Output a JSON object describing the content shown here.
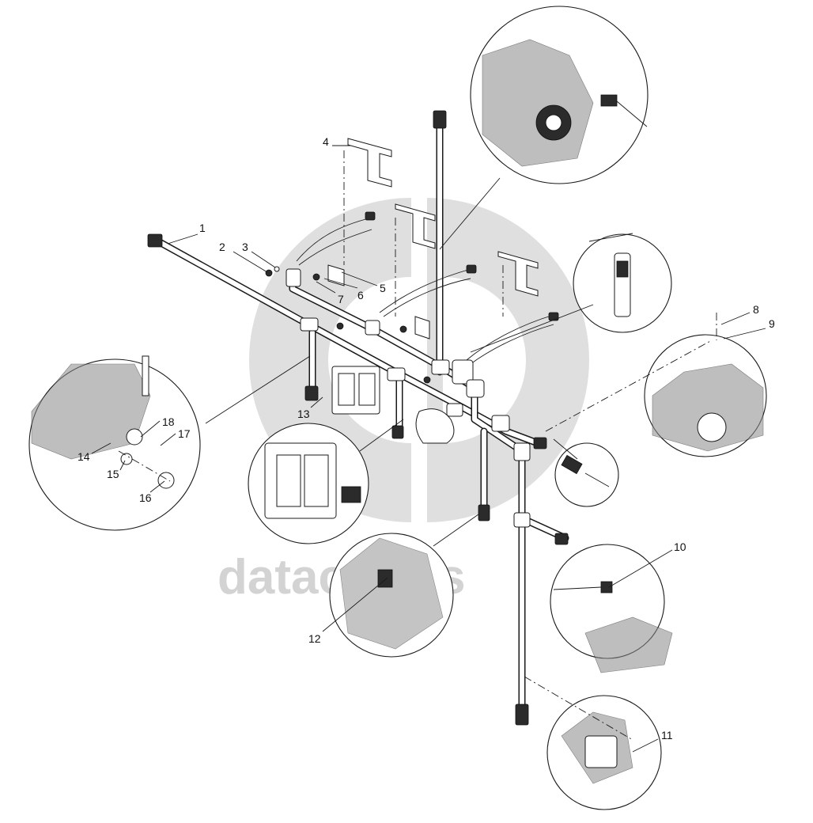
{
  "watermark": {
    "text": "datacparts"
  },
  "callouts": [
    {
      "id": "1",
      "label": "1"
    },
    {
      "id": "2",
      "label": "2"
    },
    {
      "id": "3",
      "label": "3"
    },
    {
      "id": "4",
      "label": "4"
    },
    {
      "id": "5",
      "label": "5"
    },
    {
      "id": "6",
      "label": "6"
    },
    {
      "id": "7",
      "label": "7"
    },
    {
      "id": "8",
      "label": "8"
    },
    {
      "id": "9",
      "label": "9"
    },
    {
      "id": "10",
      "label": "10"
    },
    {
      "id": "11",
      "label": "11"
    },
    {
      "id": "12",
      "label": "12"
    },
    {
      "id": "13",
      "label": "13"
    },
    {
      "id": "14",
      "label": "14"
    },
    {
      "id": "15",
      "label": "15"
    },
    {
      "id": "16",
      "label": "16"
    },
    {
      "id": "17",
      "label": "17"
    },
    {
      "id": "18",
      "label": "18"
    }
  ],
  "colors": {
    "line": "#1a1a1a",
    "watermark": "#cfcfcf",
    "background": "#ffffff"
  }
}
